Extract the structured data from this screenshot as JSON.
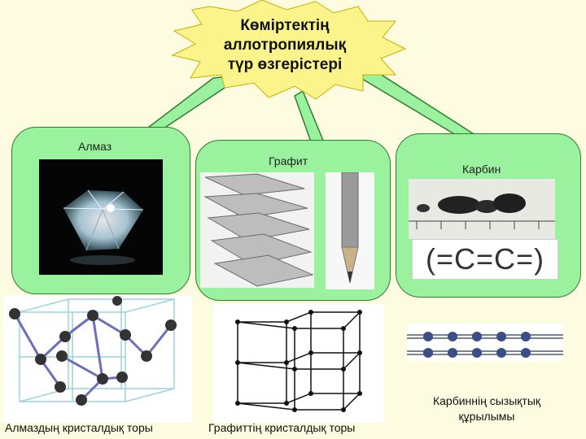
{
  "title": {
    "line1": "Көміртектің",
    "line2": "аллотропиялық",
    "line3": "түр өзгерістері"
  },
  "panels": {
    "diamond": "Алмаз",
    "graphite": "Графит",
    "carbyne": "Карбин"
  },
  "carbyne_formula": "(=C=C=)",
  "captions": {
    "diamond_lattice": "Алмаздың кристалдық торы",
    "graphite_lattice": "Графиттің кристалдық торы",
    "carbyne_line1": "Карбиннің сызықтық",
    "carbyne_line2": "құрылымы"
  },
  "colors": {
    "background": "#fdfbe0",
    "panel": "#9af29e",
    "star": "#fbf48a"
  }
}
